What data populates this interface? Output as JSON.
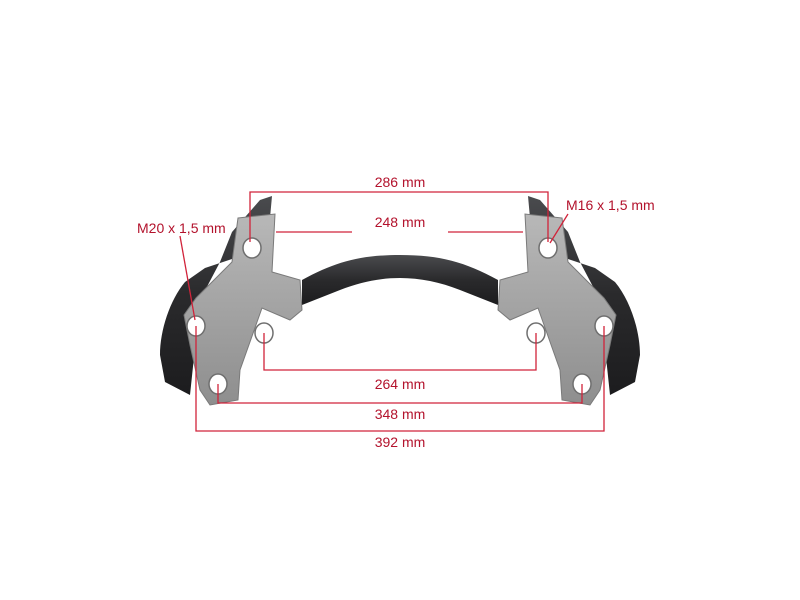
{
  "colors": {
    "annotation": "#d1233a",
    "annotation_text": "#b3122c",
    "steel_plate": "#a6a6a6",
    "cast_body": "#2c2c2e",
    "hole": "#ffffff"
  },
  "part": {
    "type": "brake caliper carrier"
  },
  "dimensions": {
    "d286": "286 mm",
    "d248": "248 mm",
    "d264": "264 mm",
    "d348": "348 mm",
    "d392": "392 mm"
  },
  "threads": {
    "left": "M20 x 1,5 mm",
    "right": "M16 x 1,5 mm"
  }
}
